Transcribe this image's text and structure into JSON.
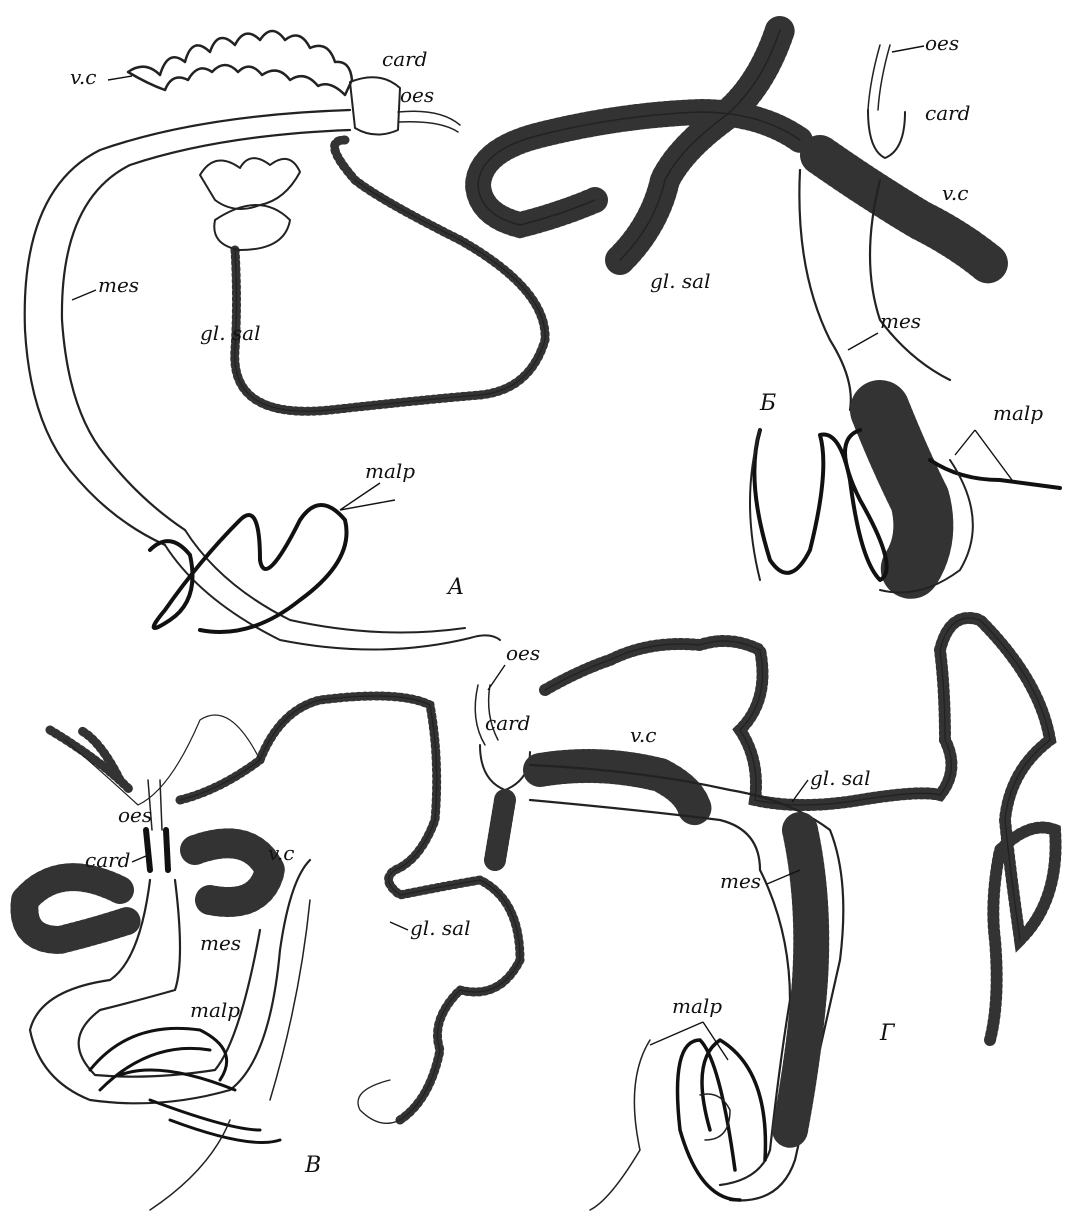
{
  "figure": {
    "panels": [
      {
        "id": "A",
        "label": "A"
      },
      {
        "id": "B",
        "label": "Б"
      },
      {
        "id": "C",
        "label": "В"
      },
      {
        "id": "D",
        "label": "Г"
      }
    ],
    "labels": {
      "A": {
        "vc": "v.c",
        "card": "card",
        "oes": "oes",
        "mes": "mes",
        "gl_sal": "gl. sal",
        "malp": "malp"
      },
      "B": {
        "oes": "oes",
        "card": "card",
        "vc": "v.c",
        "gl_sal": "gl. sal",
        "mes": "mes",
        "malp": "malp"
      },
      "C": {
        "oes": "oes",
        "card": "card",
        "vc": "v.c",
        "mes": "mes",
        "malp": "malp",
        "gl_sal": "gl. sal"
      },
      "D": {
        "oes": "oes",
        "card": "card",
        "vc": "v.c",
        "gl_sal": "gl. sal",
        "mes": "mes",
        "malp": "malp"
      }
    }
  }
}
